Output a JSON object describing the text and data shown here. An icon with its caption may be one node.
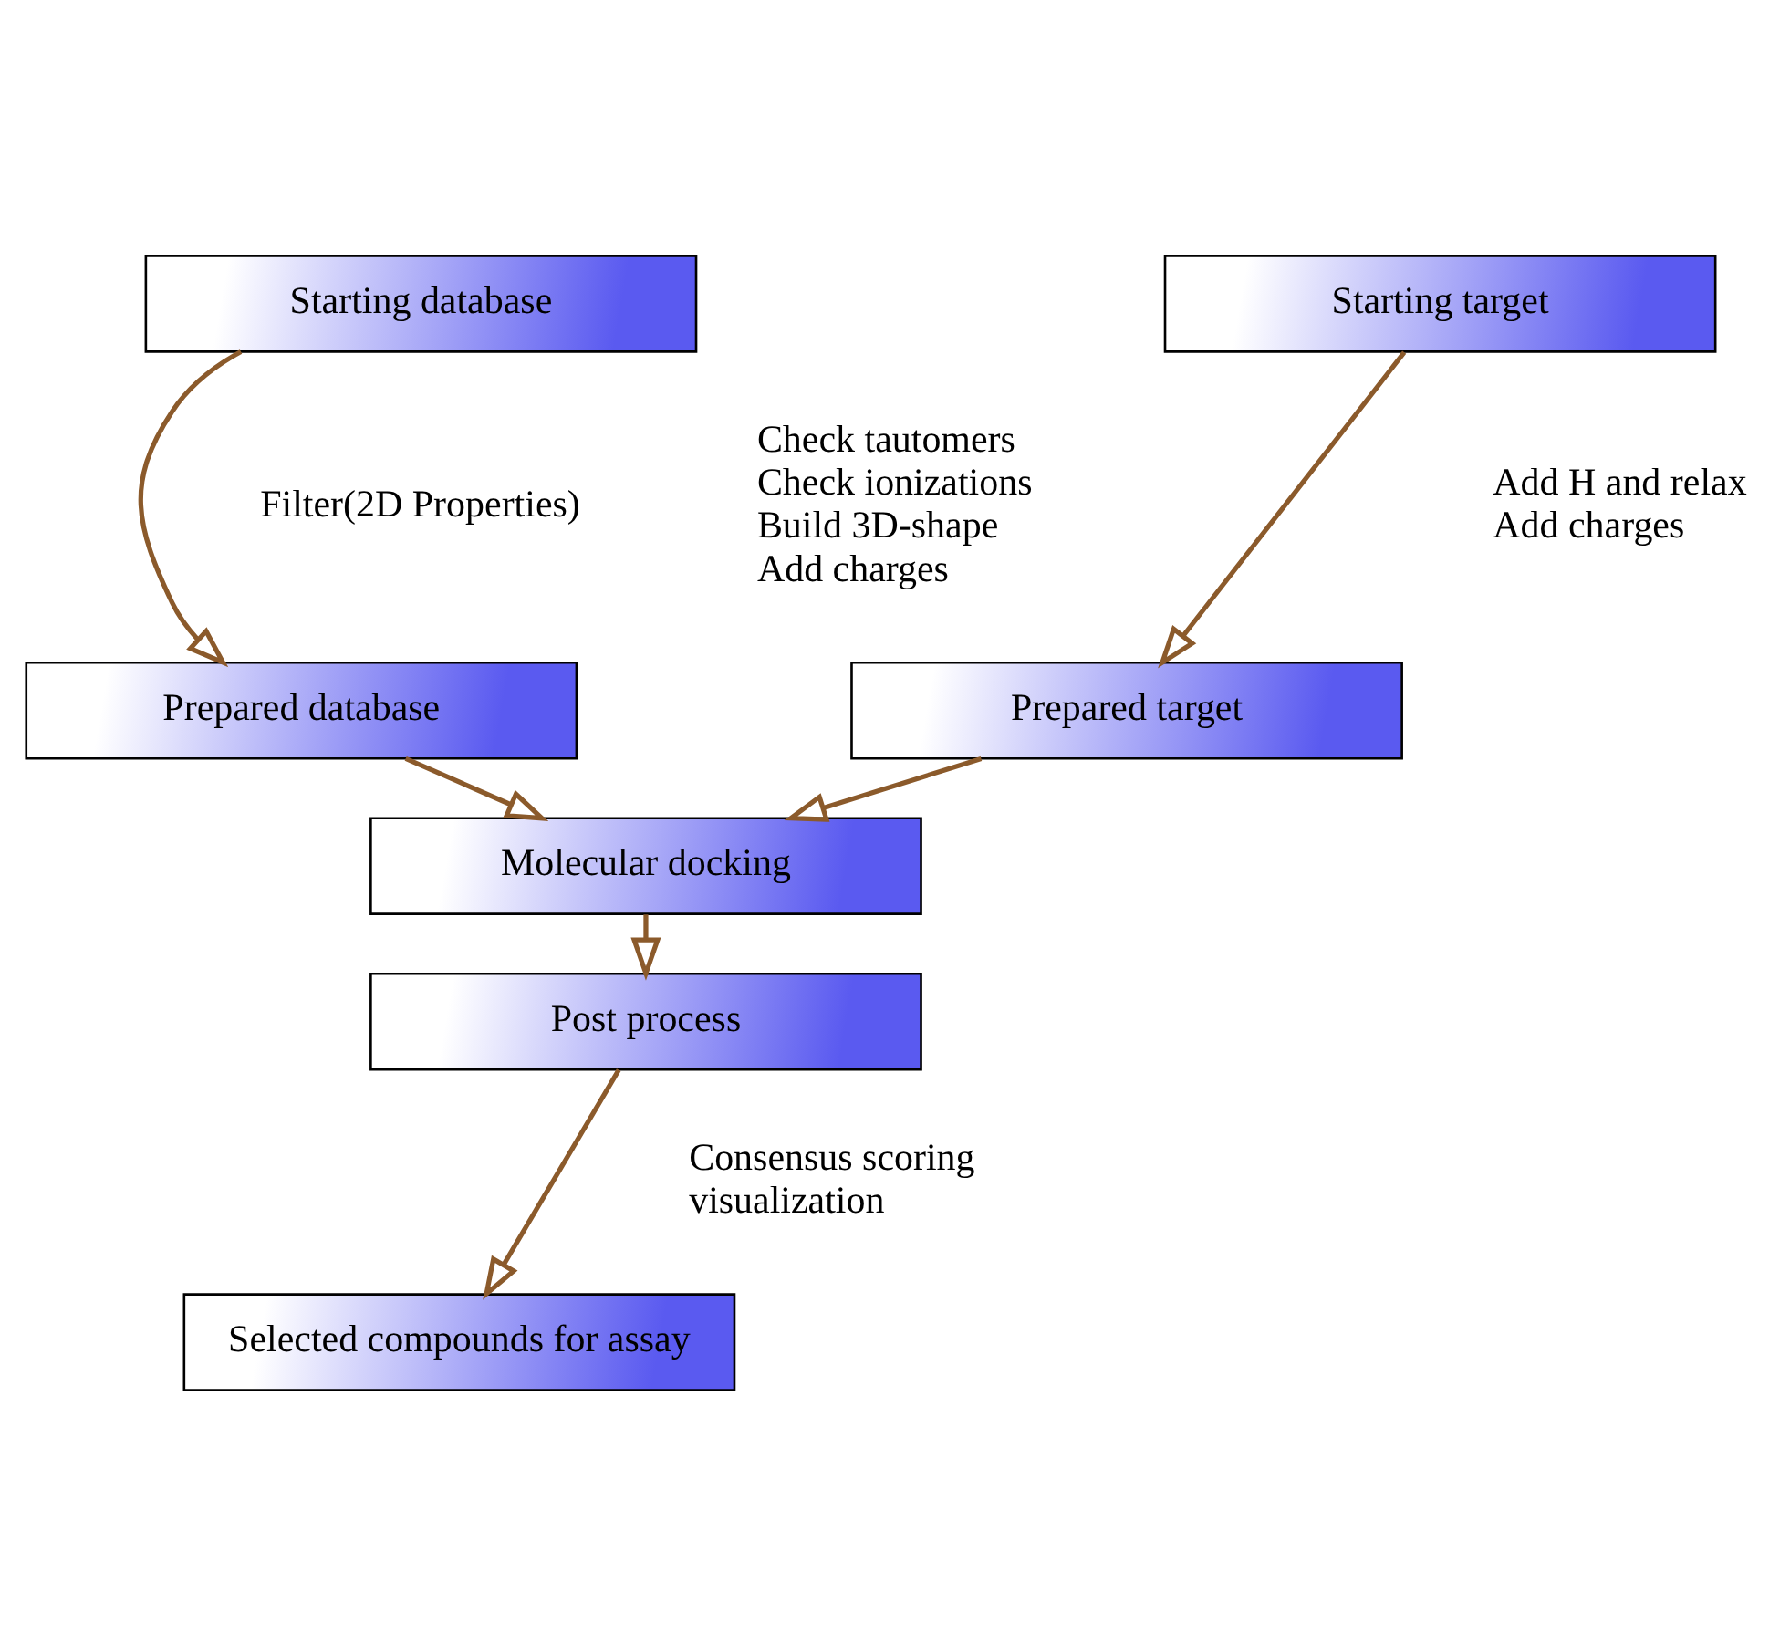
{
  "diagram": {
    "nodes": [
      {
        "text": [
          "Starting database"
        ]
      },
      {
        "text": [
          "Starting target"
        ]
      },
      {
        "text": [
          "Prepared database"
        ]
      },
      {
        "text": [
          "Prepared target"
        ]
      },
      {
        "text": [
          "Molecular docking"
        ]
      },
      {
        "text": [
          "Post process"
        ]
      },
      {
        "text": [
          "Selected compounds for assay"
        ]
      }
    ],
    "edges": [
      {
        "from": 0,
        "to": 2,
        "arrow": "to"
      },
      {
        "from": 1,
        "to": 3,
        "arrow": "to"
      },
      {
        "from": 2,
        "to": 4,
        "arrow": "to"
      },
      {
        "from": 3,
        "to": 4,
        "arrow": "to"
      },
      {
        "from": 4,
        "to": 5,
        "arrow": "to"
      },
      {
        "from": 5,
        "to": 6,
        "arrow": "to"
      }
    ],
    "labels": [
      "Filter(2D Properties)",
      "Check tautomers",
      "Check ionizations",
      "Build 3D-shape",
      "Add charges",
      "Add H and relax",
      "Add charges",
      "Consensus scoring",
      "visualization"
    ]
  }
}
